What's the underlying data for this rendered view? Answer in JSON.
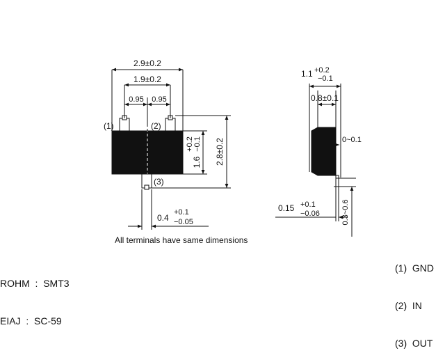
{
  "front_view": {
    "width_total": "2.9±0.2",
    "lead_span": "1.9±0.2",
    "pitch_left": "0.95",
    "pitch_right": "0.95",
    "body_height": "2.8±0.2",
    "body_width": "1.6",
    "body_width_tol_plus": "+0.2",
    "body_width_tol_minus": "−0.1",
    "lead_width": "0.4",
    "lead_width_tol_plus": "+0.1",
    "lead_width_tol_minus": "−0.05",
    "pin1_label": "(1)",
    "pin2_label": "(2)",
    "pin3_label": "(3)"
  },
  "side_view": {
    "height": "1.1",
    "height_tol_plus": "+0.2",
    "height_tol_minus": "−0.1",
    "top_width": "0.8±0.1",
    "standoff": "0~0.1",
    "lead_thickness": "0.15",
    "lead_thickness_tol_plus": "+0.1",
    "lead_thickness_tol_minus": "−0.06",
    "lead_length": "0.3~0.6"
  },
  "note": "All terminals have same dimensions",
  "package": {
    "line1": "ROHM  :  SMT3",
    "line2": "EIAJ  :  SC-59"
  },
  "pins": [
    {
      "num": "(1)",
      "name": "GND"
    },
    {
      "num": "(2)",
      "name": "IN"
    },
    {
      "num": "(3)",
      "name": "OUT"
    }
  ]
}
